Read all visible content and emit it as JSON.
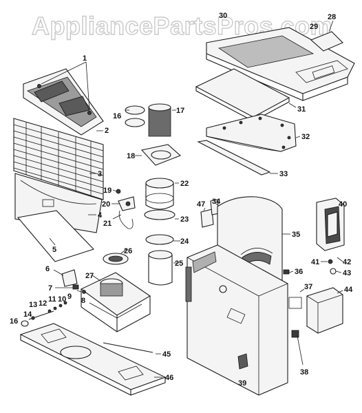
{
  "watermark": "AppliancePartsPros.com",
  "callouts": [
    "1",
    "2",
    "3",
    "4",
    "5",
    "6",
    "7",
    "8",
    "9",
    "10",
    "11",
    "12",
    "13",
    "14",
    "16",
    "17",
    "18",
    "19",
    "20",
    "21",
    "22",
    "23",
    "24",
    "25",
    "26",
    "27",
    "28",
    "29",
    "30",
    "31",
    "32",
    "33",
    "34",
    "35",
    "36",
    "37",
    "38",
    "39",
    "40",
    "41",
    "42",
    "43",
    "44",
    "45",
    "46",
    "47"
  ]
}
